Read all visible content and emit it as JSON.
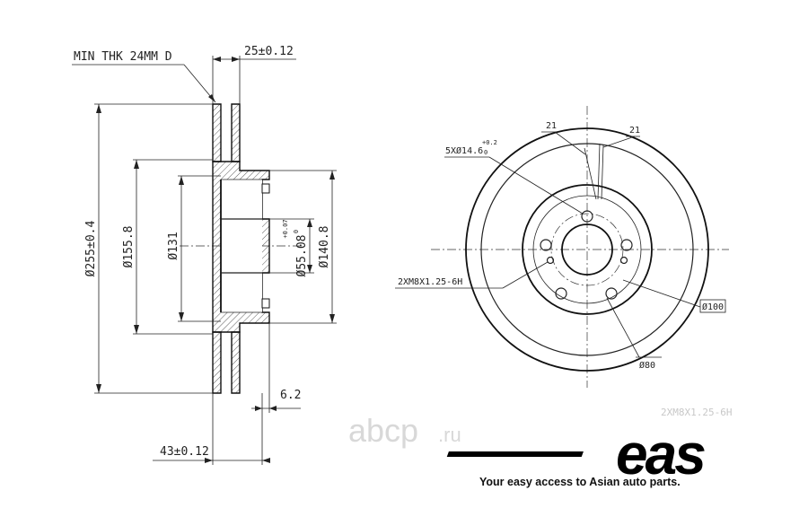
{
  "side_view": {
    "min_thk_label": "MIN THK 24MM D",
    "width_label": "25±0.12",
    "outer_dia_label": "Ø255±0.4",
    "d155_label": "Ø155.8",
    "d131_label": "Ø131",
    "d140_label": "Ø140.8",
    "d55_label": "Ø55.08",
    "d55_tol_upper": "+0.07",
    "d55_tol_lower": "0",
    "hub_label": "6.2",
    "height_label": "43±0.12"
  },
  "front_view": {
    "angle_label_1": "21",
    "angle_label_2": "21",
    "holes_label": "5XØ14.6",
    "holes_tol_upper": "+0.2",
    "holes_tol_lower": "0",
    "thread_label": "2XM8X1.25-6H",
    "pcd_label": "Ø100",
    "bore_label": "Ø80",
    "ghost_thread_label": "2XM8X1.25-6H"
  },
  "watermark": {
    "text": "abcp",
    "suffix": ".ru"
  },
  "brand": {
    "logo_text": "eas",
    "tagline": "Your easy access to Asian auto parts."
  },
  "colors": {
    "line": "#222222",
    "watermark": "#d8d8d8",
    "brand": "#000000"
  }
}
